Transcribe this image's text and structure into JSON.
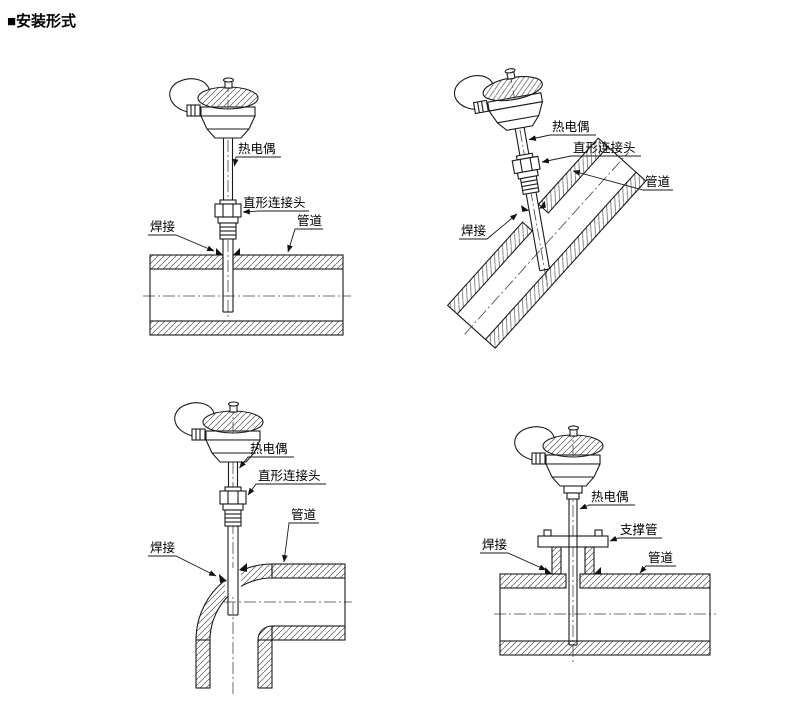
{
  "page": {
    "title": "■安装形式",
    "colors": {
      "line": "#1a1a1a",
      "background": "#ffffff"
    }
  },
  "diagrams": [
    {
      "id": "straight-connector-horizontal-pipe",
      "labels": {
        "thermocouple": "热电偶",
        "connector": "直形连接头",
        "weld": "焊接",
        "pipe": "管道"
      }
    },
    {
      "id": "straight-connector-inclined-pipe",
      "labels": {
        "thermocouple": "热电偶",
        "connector": "直形连接头",
        "weld": "焊接",
        "pipe": "管道"
      }
    },
    {
      "id": "straight-connector-pipe-elbow",
      "labels": {
        "thermocouple": "热电偶",
        "connector": "直形连接头",
        "weld": "焊接",
        "pipe": "管道"
      }
    },
    {
      "id": "support-tube-horizontal-pipe",
      "labels": {
        "thermocouple": "热电偶",
        "support_tube": "支撑管",
        "weld": "焊接",
        "pipe": "管道"
      }
    }
  ]
}
